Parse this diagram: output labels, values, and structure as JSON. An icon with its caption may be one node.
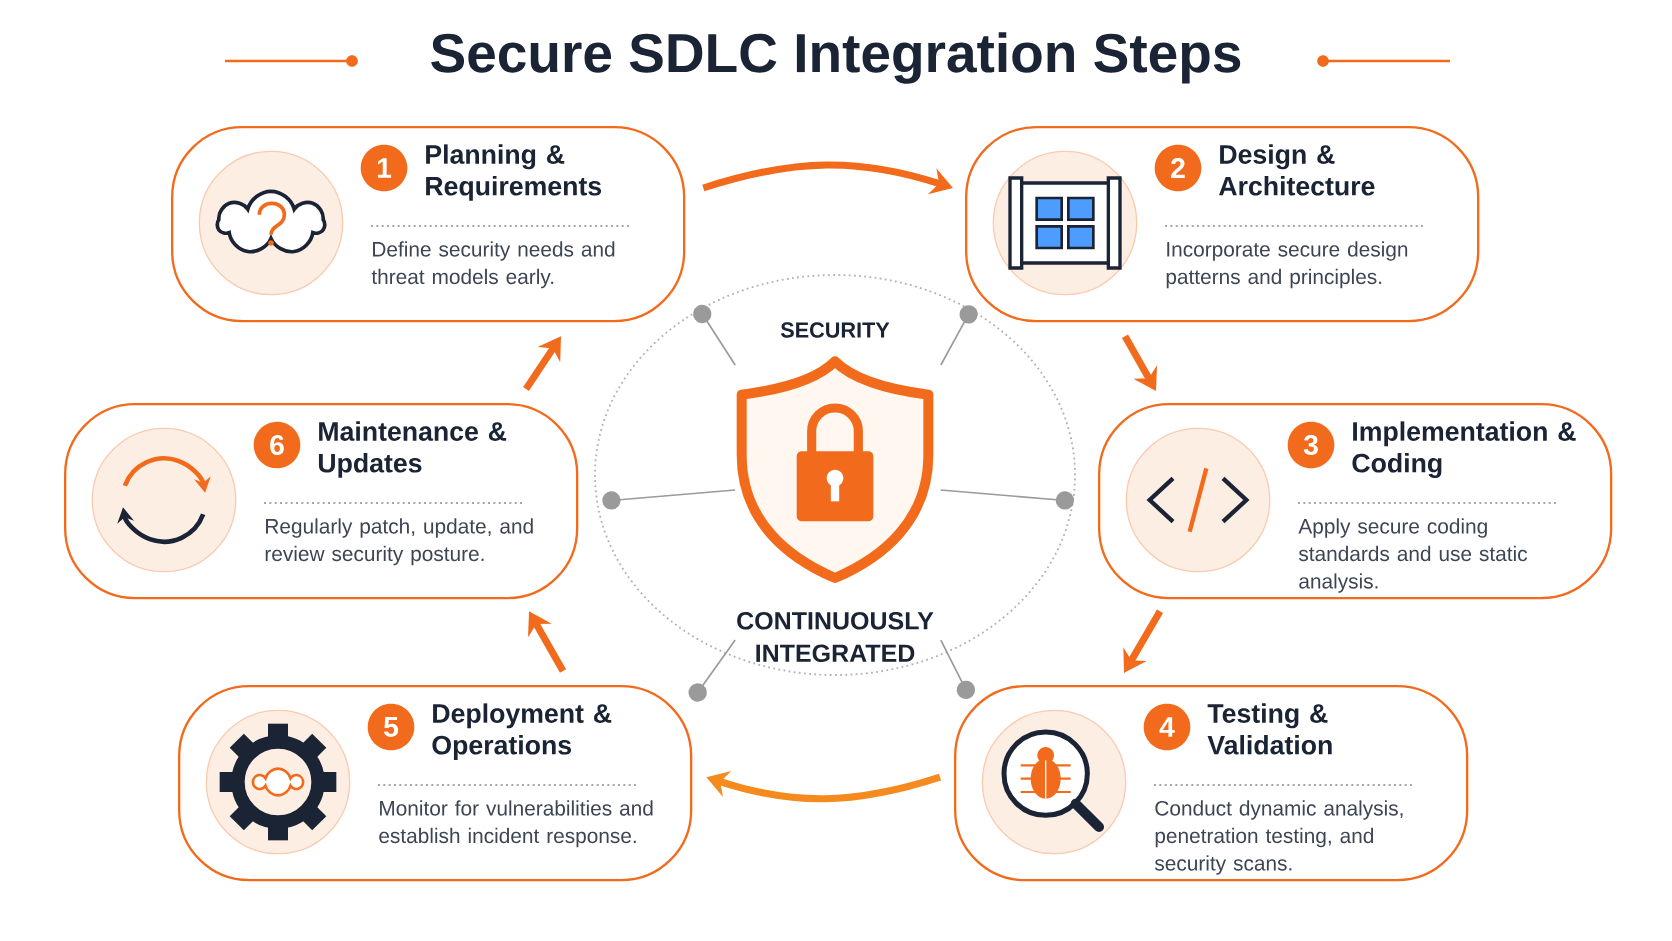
{
  "diagram": {
    "title": "Secure SDLC Integration Steps",
    "nodes": [
      {
        "text": [
          "1",
          "Planning & Requirements",
          "Define security needs and threat models early."
        ]
      },
      {
        "text": [
          "2",
          "Design & Architecture",
          "Incorporate secure design patterns and principles."
        ]
      },
      {
        "text": [
          "3",
          "Implementation & Coding",
          "Apply secure coding standards and use static analysis."
        ]
      },
      {
        "text": [
          "4",
          "Testing & Validation",
          "Conduct dynamic analysis, penetration testing, and security scans."
        ]
      },
      {
        "text": [
          "5",
          "Deployment & Operations",
          "Monitor for vulnerabilities and establish incident response."
        ]
      },
      {
        "text": [
          "6",
          "Maintenance & Updates",
          "Regularly patch, update, and review security posture."
        ]
      },
      {
        "text": [
          "SECURITY",
          "CONTINUOUSLY INTEGRATED"
        ]
      }
    ],
    "edges": [
      {
        "from": 0,
        "to": 1,
        "arrow": "to",
        "style": "thick",
        "color": "#f26b1d"
      },
      {
        "from": 1,
        "to": 2,
        "arrow": "to",
        "style": "thick",
        "color": "#f26b1d"
      },
      {
        "from": 2,
        "to": 3,
        "arrow": "to",
        "style": "thick",
        "color": "#f26b1d"
      },
      {
        "from": 3,
        "to": 4,
        "arrow": "to",
        "style": "thick",
        "color": "#f58a1f"
      },
      {
        "from": 4,
        "to": 5,
        "arrow": "to",
        "style": "thick",
        "color": "#f26b1d"
      },
      {
        "from": 5,
        "to": 0,
        "arrow": "to",
        "style": "thick",
        "color": "#f26b1d"
      },
      {
        "from": 0,
        "to": 6,
        "arrow": "other",
        "color": "#9a9a9a"
      },
      {
        "from": 1,
        "to": 6,
        "arrow": "other",
        "color": "#9a9a9a"
      },
      {
        "from": 2,
        "to": 6,
        "arrow": "other",
        "color": "#9a9a9a"
      },
      {
        "from": 3,
        "to": 6,
        "arrow": "other",
        "color": "#9a9a9a"
      },
      {
        "from": 4,
        "to": 6,
        "arrow": "other",
        "color": "#9a9a9a"
      },
      {
        "from": 5,
        "to": 6,
        "arrow": "other",
        "color": "#9a9a9a"
      }
    ]
  }
}
